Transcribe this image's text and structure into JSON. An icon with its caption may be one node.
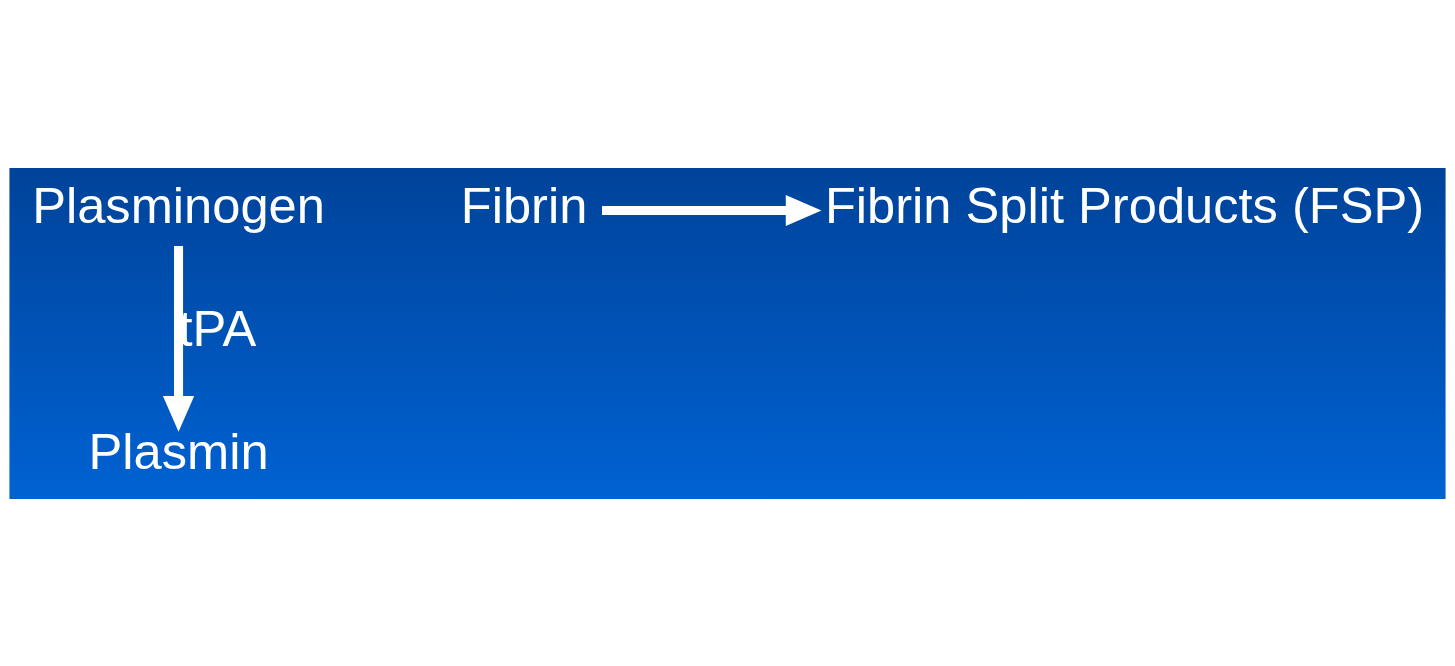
{
  "diagram": {
    "nodes": [
      {
        "text": [
          "Plasminogen"
        ]
      },
      {
        "text": [
          "Plasmin"
        ]
      },
      {
        "text": [
          "Fibrin"
        ]
      },
      {
        "text": [
          "Fibrin Split Products (FSP)"
        ]
      }
    ],
    "edges": [
      {
        "from": 0,
        "to": 1,
        "arrow": "to",
        "label": "tPA"
      },
      {
        "from": 2,
        "to": 3,
        "arrow": "to"
      }
    ]
  }
}
